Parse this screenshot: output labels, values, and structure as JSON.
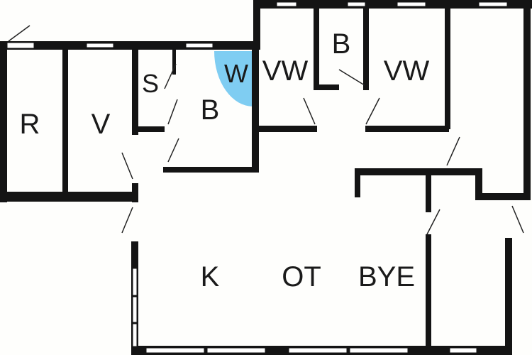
{
  "plan": {
    "accent_color": "#7fcdf2",
    "rooms": {
      "r": "R",
      "v_left": "V",
      "s": "S",
      "b_bath": "B",
      "w": "W",
      "b_top": "B",
      "vw_a": "VW",
      "vw_b": "VW",
      "k": "K",
      "bye": "BYE",
      "ot": "OT"
    }
  }
}
